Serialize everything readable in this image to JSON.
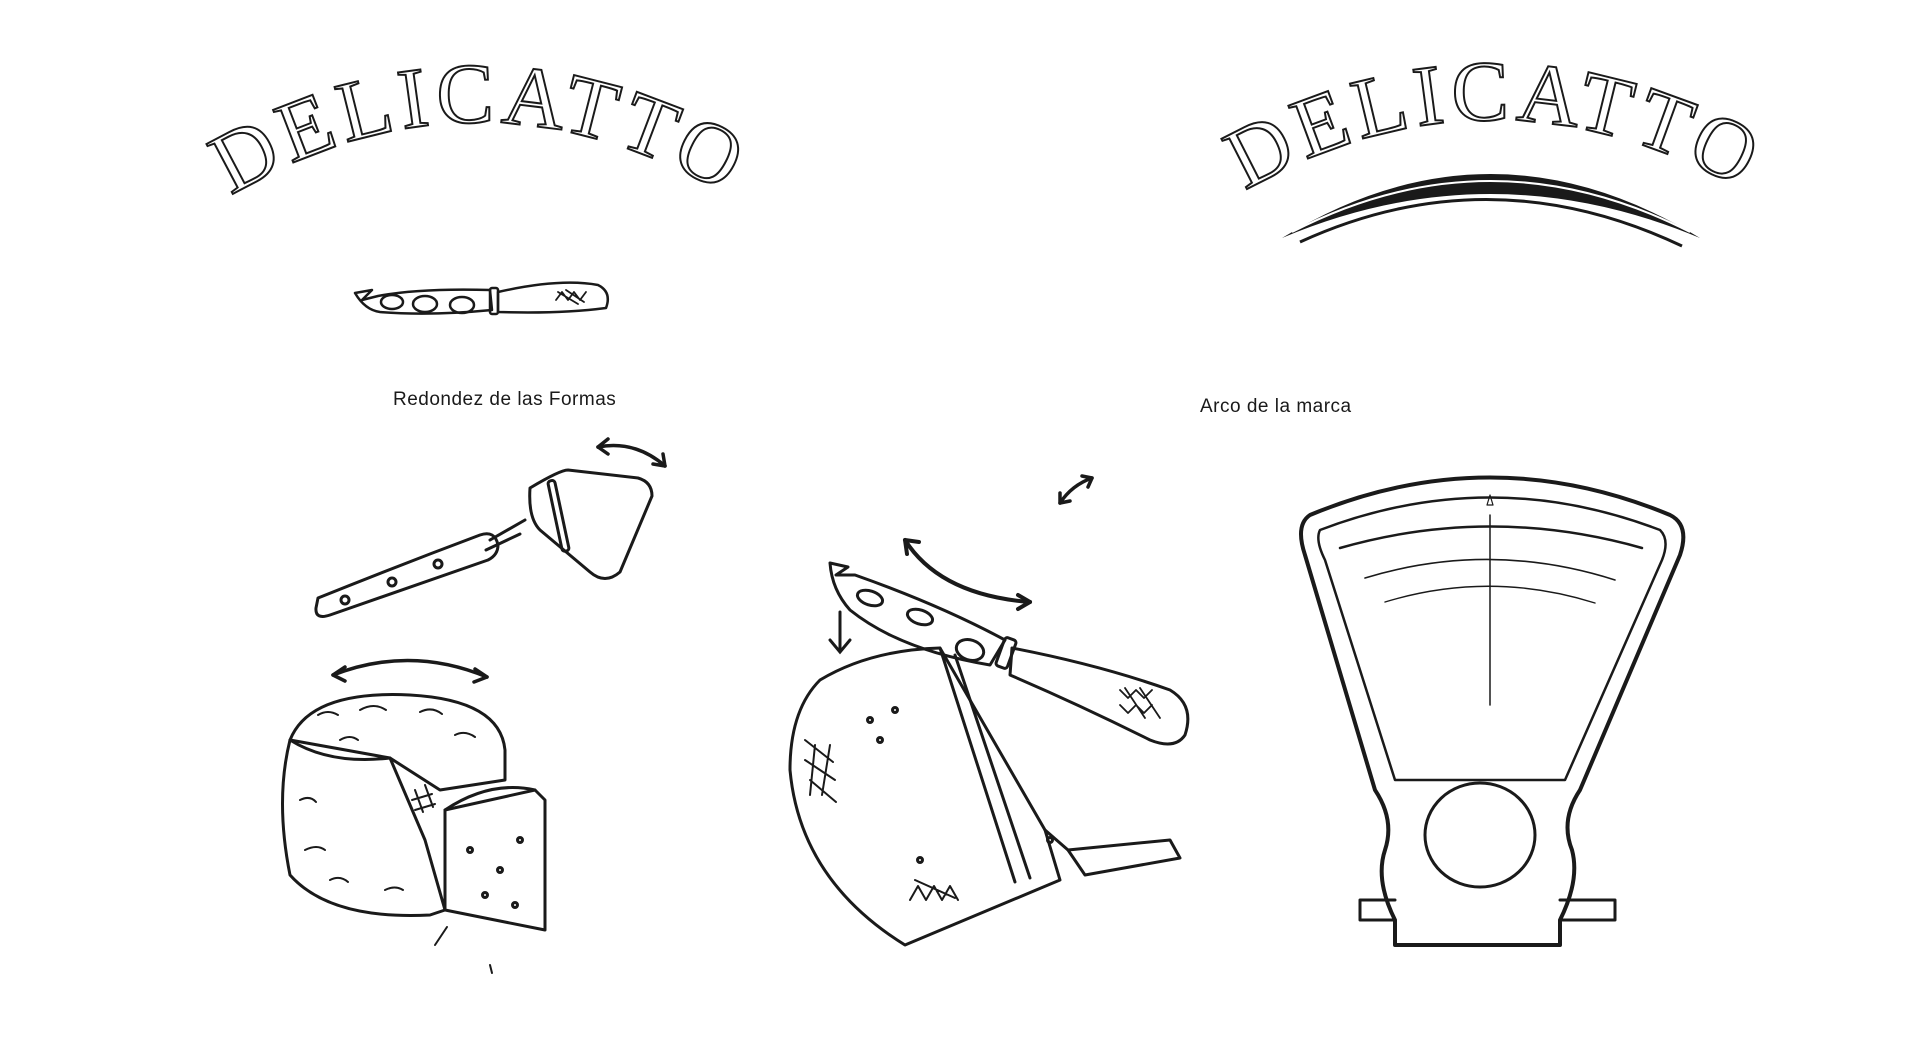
{
  "brand": {
    "logo_left": "DELICATTO",
    "logo_right": "DELICATTO"
  },
  "captions": {
    "left": "Redondez de las Formas",
    "right": "Arco de la marca"
  },
  "icons": [
    "cheese-knife-icon",
    "cheese-slicer-icon",
    "cheese-wheel-icon",
    "knife-cutting-cheese-icon",
    "weighing-scale-icon",
    "double-arrow-icon"
  ],
  "colors": {
    "ink": "#1a1a1a",
    "background": "#ffffff"
  }
}
